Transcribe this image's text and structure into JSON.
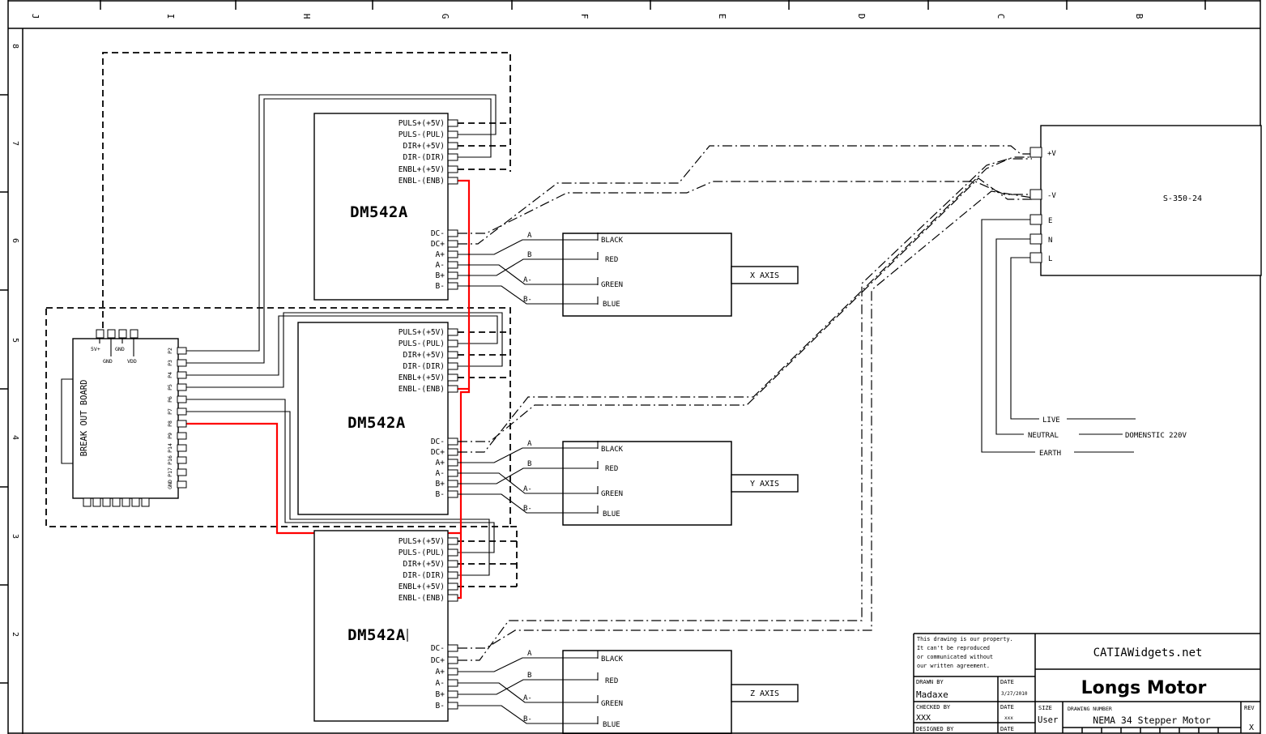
{
  "frame": {
    "column_labels": [
      "J",
      "I",
      "H",
      "G",
      "F",
      "E",
      "D",
      "C",
      "B"
    ],
    "row_labels": [
      "8",
      "7",
      "6",
      "5",
      "4",
      "3",
      "2"
    ]
  },
  "drivers": [
    {
      "model": "DM542A",
      "signal_pins": [
        "PULS+(+5V)",
        "PULS-(PUL)",
        "DIR+(+5V)",
        "DIR-(DIR)",
        "ENBL+(+5V)",
        "ENBL-(ENB)"
      ],
      "power_pins": [
        "DC-",
        "DC+",
        "A+",
        "A-",
        "B+",
        "B-"
      ]
    },
    {
      "model": "DM542A",
      "signal_pins": [
        "PULS+(+5V)",
        "PULS-(PUL)",
        "DIR+(+5V)",
        "DIR-(DIR)",
        "ENBL+(+5V)",
        "ENBL-(ENB)"
      ],
      "power_pins": [
        "DC-",
        "DC+",
        "A+",
        "A-",
        "B+",
        "B-"
      ]
    },
    {
      "model": "DM542A",
      "signal_pins": [
        "PULS+(+5V)",
        "PULS-(PUL)",
        "DIR+(+5V)",
        "DIR-(DIR)",
        "ENBL+(+5V)",
        "ENBL-(ENB)"
      ],
      "power_pins": [
        "DC-",
        "DC+",
        "A+",
        "A-",
        "B+",
        "B-"
      ]
    }
  ],
  "breakout_board": {
    "title": "BREAK OUT BOARD",
    "top_pins_row1": [
      "5V+",
      "GND"
    ],
    "top_pins_row2": [
      "GND",
      "VDD"
    ],
    "right_pins": [
      "P2",
      "P3",
      "P4",
      "P5",
      "P6",
      "P7",
      "P8",
      "P9",
      "P14",
      "P16",
      "P17",
      "GND"
    ]
  },
  "motors": [
    {
      "axis": "X AXIS",
      "terminals": [
        "A",
        "B",
        "A-",
        "B-"
      ],
      "wire_colors": [
        "BLACK",
        "RED",
        "GREEN",
        "BLUE"
      ]
    },
    {
      "axis": "Y AXIS",
      "terminals": [
        "A",
        "B",
        "A-",
        "B-"
      ],
      "wire_colors": [
        "BLACK",
        "RED",
        "GREEN",
        "BLUE"
      ]
    },
    {
      "axis": "Z AXIS",
      "terminals": [
        "A",
        "B",
        "A-",
        "B-"
      ],
      "wire_colors": [
        "BLACK",
        "RED",
        "GREEN",
        "BLUE"
      ]
    }
  ],
  "power_supply": {
    "model": "S-350-24",
    "terminals": [
      "+V",
      "-V",
      "E",
      "N",
      "L"
    ]
  },
  "mains": {
    "live": "LIVE",
    "neutral": "NEUTRAL",
    "earth": "EARTH",
    "source": "DOMENSTIC 220V"
  },
  "title_block": {
    "notice_lines": [
      "This drawing is our property.",
      "It can't be reproduced",
      "or communicated without",
      "our written agreement."
    ],
    "drawn_by_label": "DRAWN BY",
    "drawn_by": "Madaxe",
    "date_label": "DATE",
    "drawn_date": "3/27/2010",
    "checked_by_label": "CHECKED BY",
    "checked_by": "XXX",
    "checked_date": "xxx",
    "designed_by_label": "DESIGNED BY",
    "website": "CATIAWidgets.net",
    "company": "Longs Motor",
    "size_label": "SIZE",
    "size_value": "User",
    "drawing_number_label": "DRAWING NUMBER",
    "drawing_number": "NEMA 34 Stepper Motor",
    "rev_label": "REV",
    "rev_value": "X"
  },
  "colors": {
    "wire_red": "#ff0000",
    "line": "#000000",
    "background": "#ffffff"
  }
}
